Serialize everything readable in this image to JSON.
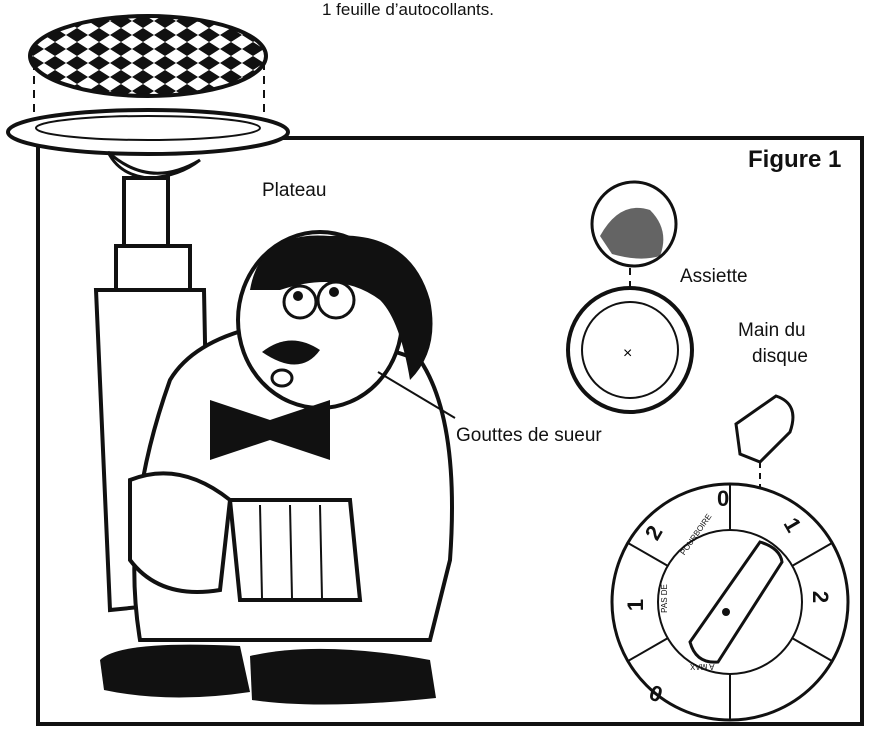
{
  "caption_top": "1 feuille d’autocollants.",
  "figure_title": "Figure 1",
  "labels": {
    "plateau": "Plateau",
    "assiette": "Assiette",
    "main_du_disque_line1": "Main du",
    "main_du_disque_line2": "disque",
    "gouttes": "Gouttes de sueur"
  },
  "dial_text": {
    "pourboire": "POURBOIRE",
    "pas_de": "PAS DE",
    "max": "A MAX",
    "numbers": [
      "0",
      "1",
      "2",
      "0",
      "1",
      "2"
    ]
  }
}
